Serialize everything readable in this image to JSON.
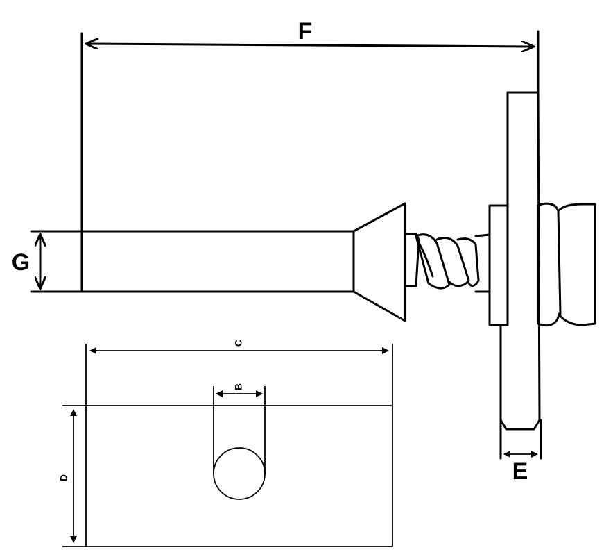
{
  "labels": {
    "f": "F",
    "g": "G",
    "e": "E",
    "c": "C",
    "b": "B",
    "d": "D"
  },
  "colors": {
    "line": "#000000",
    "background": "#ffffff"
  }
}
